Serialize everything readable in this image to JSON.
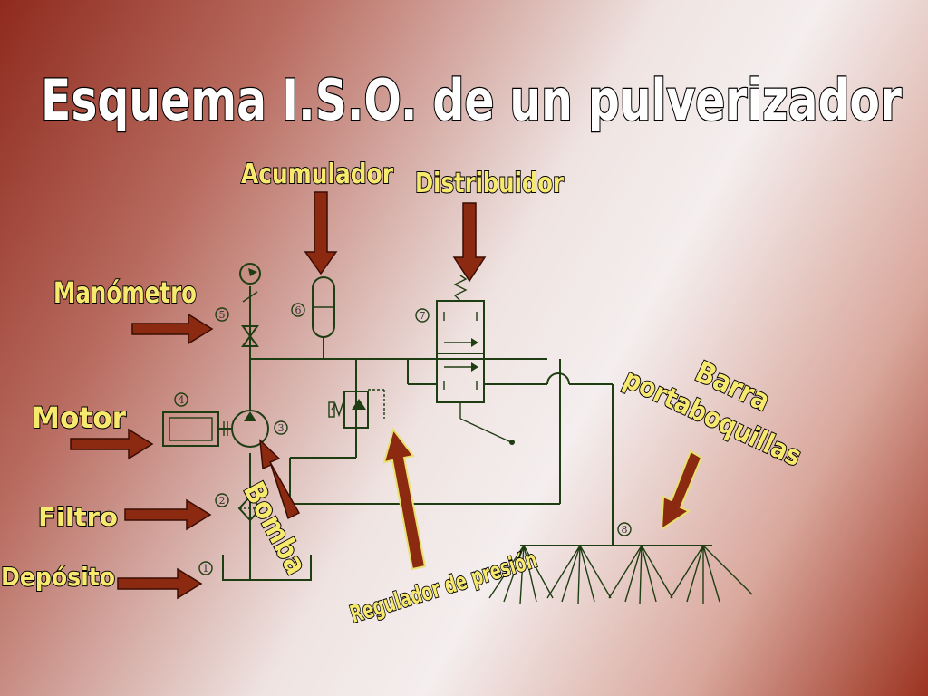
{
  "title": "Esquema I.S.O. de un pulverizador",
  "labels": {
    "acumulador": "Acumulador",
    "distribuidor": "Distribuidor",
    "manometro": "Manómetro",
    "motor": "Motor",
    "filtro": "Filtro",
    "deposito": "Depósito",
    "bomba": "Bomba",
    "regulador": "Regulador de presión",
    "barra_line1": "Barra",
    "barra_line2": "portaboquillas"
  },
  "numbers": {
    "n1": "1",
    "n2": "2",
    "n3": "3",
    "n4": "4",
    "n5": "5",
    "n6": "6",
    "n7": "7",
    "n8": "8"
  },
  "colors": {
    "line": "#1f3d12",
    "arrow": "#8b2a10",
    "label_fill": "#f7e86e",
    "title_fill": "#ffffff"
  }
}
